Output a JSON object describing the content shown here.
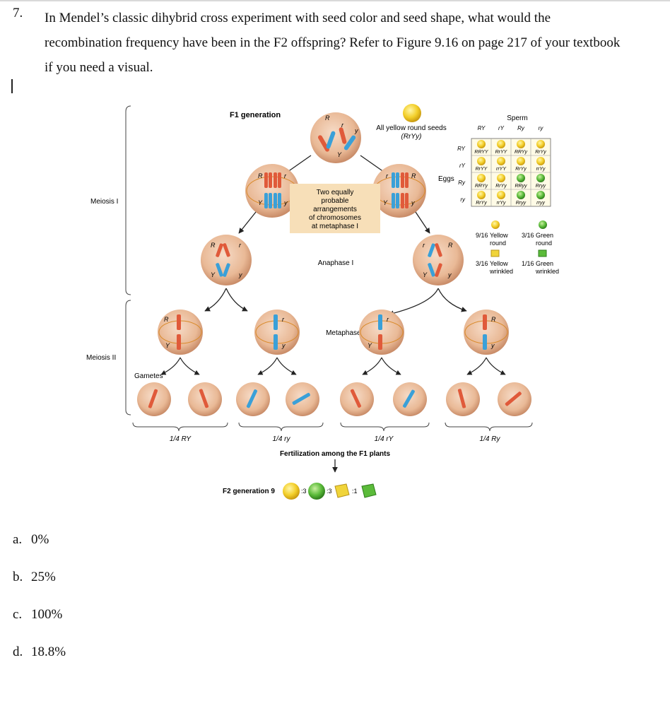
{
  "question": {
    "number": "7.",
    "text": "In Mendel’s classic dihybrid cross experiment with seed color and seed shape, what would the recombination frequency have been in the F2 offspring? Refer to Figure 9.16 on page 217 of your textbook if you need a visual."
  },
  "figure": {
    "f1_generation": "F1 generation",
    "f1_desc_line1": "All yellow round seeds",
    "f1_desc_line2": "(RrYy)",
    "meiosis1": "Meiosis I",
    "meiosis2": "Meiosis II",
    "two_equally_probable": [
      "Two equally",
      "probable",
      "arrangements",
      "of chromosomes",
      "at metaphase I"
    ],
    "anaphase1": "Anaphase I",
    "metaphase2": "Metaphase II",
    "gametes": "Gametes",
    "gamete_labels": [
      "1/4 RY",
      "1/4 ry",
      "1/4 rY",
      "1/4 Ry"
    ],
    "fertilization": "Fertilization among the F1 plants",
    "f2_generation": "F2 generation 9",
    "f2_ratio": [
      ":3",
      ":3",
      ":1"
    ],
    "punnett": {
      "sperm_label": "Sperm",
      "eggs_label": "Eggs",
      "sperm_genotypes": [
        "RY",
        "rY",
        "Ry",
        "ry"
      ],
      "egg_genotypes": [
        "RY",
        "rY",
        "Ry",
        "ry"
      ],
      "cells": [
        [
          "RRYY",
          "RrYY",
          "RRYy",
          "RrYy"
        ],
        [
          "RrYY",
          "rrYY",
          "RrYy",
          "rrYy"
        ],
        [
          "RRYy",
          "RrYy",
          "RRyy",
          "Rryy"
        ],
        [
          "RrYy",
          "rrYy",
          "Rryy",
          "rryy"
        ]
      ]
    },
    "phenotypes": [
      {
        "fraction": "9/16",
        "text1": "Yellow",
        "text2": "round"
      },
      {
        "fraction": "3/16",
        "text1": "Green",
        "text2": "round"
      },
      {
        "fraction": "3/16",
        "text1": "Yellow",
        "text2": "wrinkled"
      },
      {
        "fraction": "1/16",
        "text1": "Green",
        "text2": "wrinkled"
      }
    ]
  },
  "options": [
    {
      "letter": "a.",
      "text": "0%"
    },
    {
      "letter": "b.",
      "text": "25%"
    },
    {
      "letter": "c.",
      "text": "100%"
    },
    {
      "letter": "d.",
      "text": "18.8%"
    }
  ]
}
